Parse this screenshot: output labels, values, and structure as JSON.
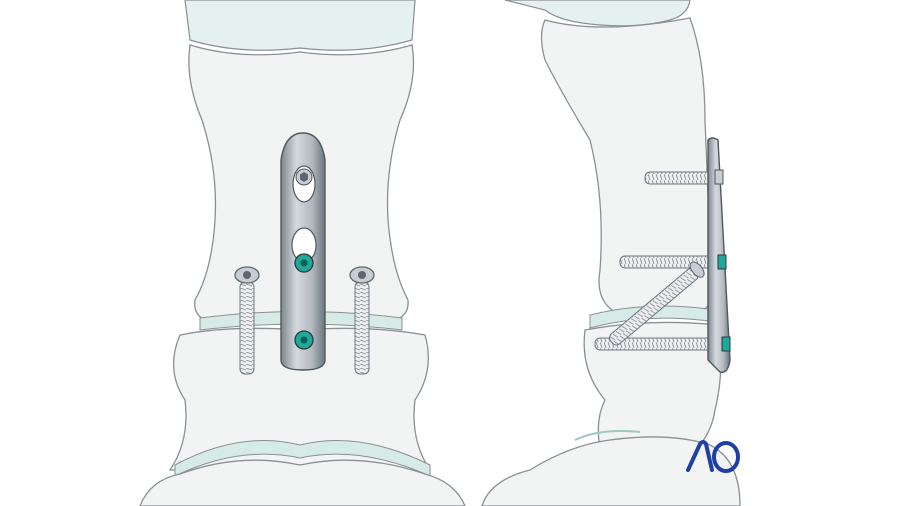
{
  "illustration": {
    "views": [
      "anterior-view",
      "lateral-view"
    ],
    "colors": {
      "bone_fill": "#f2f3f3",
      "bone_outline": "#8a9094",
      "cartilage": "#d6ebe6",
      "plate": "#b9c0c6",
      "plate_dark": "#6f7880",
      "screw_head_locking": "#1ea99a",
      "logo": "#1f3fa6"
    }
  },
  "logo": {
    "text": "AO"
  }
}
